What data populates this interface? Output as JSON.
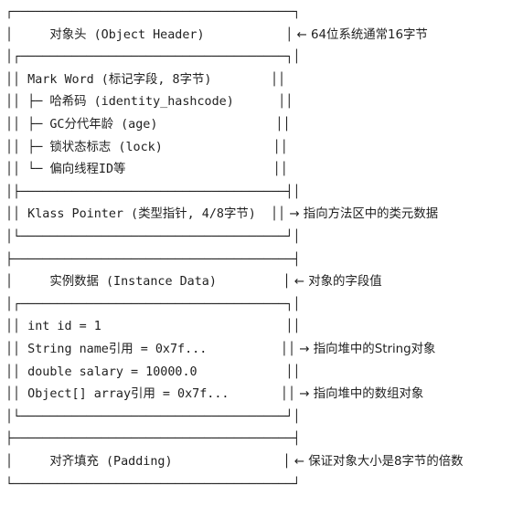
{
  "lines": [
    {
      "text": "┌──────────────────────────────────────┐",
      "note": ""
    },
    {
      "text": "│     对象头 (Object Header)           │",
      "note": " ← 64位系统通常16字节"
    },
    {
      "text": "│┌────────────────────────────────────┐│",
      "note": ""
    },
    {
      "text": "││ Mark Word (标记字段, 8字节)        ││",
      "note": ""
    },
    {
      "text": "││ ├─ 哈希码 (identity_hashcode)      ││",
      "note": ""
    },
    {
      "text": "││ ├─ GC分代年龄 (age)                ││",
      "note": ""
    },
    {
      "text": "││ ├─ 锁状态标志 (lock)               ││",
      "note": ""
    },
    {
      "text": "││ └─ 偏向线程ID等                    ││",
      "note": ""
    },
    {
      "text": "│├────────────────────────────────────┤│",
      "note": ""
    },
    {
      "text": "││ Klass Pointer (类型指针, 4/8字节)  ││",
      "note": " → 指向方法区中的类元数据"
    },
    {
      "text": "│└────────────────────────────────────┘│",
      "note": ""
    },
    {
      "text": "├──────────────────────────────────────┤",
      "note": ""
    },
    {
      "text": "│     实例数据 (Instance Data)         │",
      "note": " ← 对象的字段值"
    },
    {
      "text": "│┌────────────────────────────────────┐│",
      "note": ""
    },
    {
      "text": "││ int id = 1                         ││",
      "note": ""
    },
    {
      "text": "││ String name引用 = 0x7f...          ││",
      "note": " → 指向堆中的String对象"
    },
    {
      "text": "││ double salary = 10000.0            ││",
      "note": ""
    },
    {
      "text": "││ Object[] array引用 = 0x7f...       ││",
      "note": " → 指向堆中的数组对象"
    },
    {
      "text": "│└────────────────────────────────────┘│",
      "note": ""
    },
    {
      "text": "├──────────────────────────────────────┤",
      "note": ""
    },
    {
      "text": "│     对齐填充 (Padding)               │",
      "note": " ← 保证对象大小是8字节的倍数"
    },
    {
      "text": "└──────────────────────────────────────┘",
      "note": ""
    }
  ]
}
